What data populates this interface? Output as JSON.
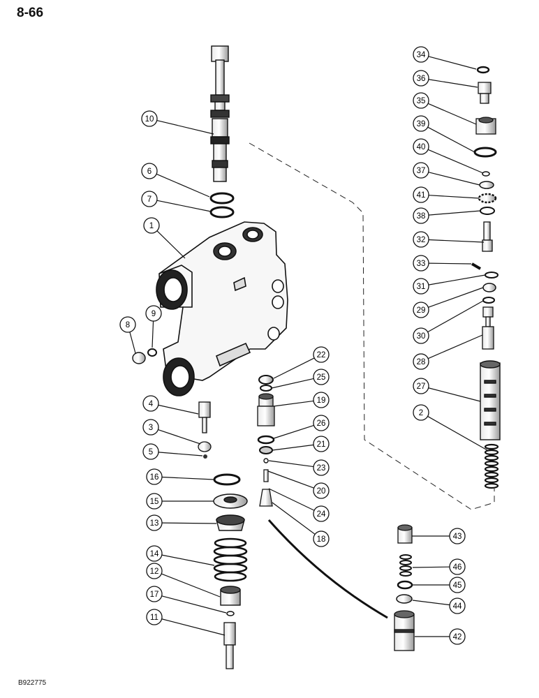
{
  "page_number": "8-66",
  "figure_id": "B922775",
  "callouts": [
    "10",
    "6",
    "7",
    "1",
    "8",
    "9",
    "4",
    "3",
    "5",
    "16",
    "15",
    "13",
    "14",
    "12",
    "17",
    "11",
    "22",
    "25",
    "19",
    "26",
    "21",
    "23",
    "20",
    "24",
    "18",
    "34",
    "36",
    "35",
    "39",
    "40",
    "37",
    "41",
    "38",
    "32",
    "33",
    "31",
    "29",
    "30",
    "28",
    "27",
    "2",
    "43",
    "46",
    "45",
    "44",
    "42"
  ]
}
